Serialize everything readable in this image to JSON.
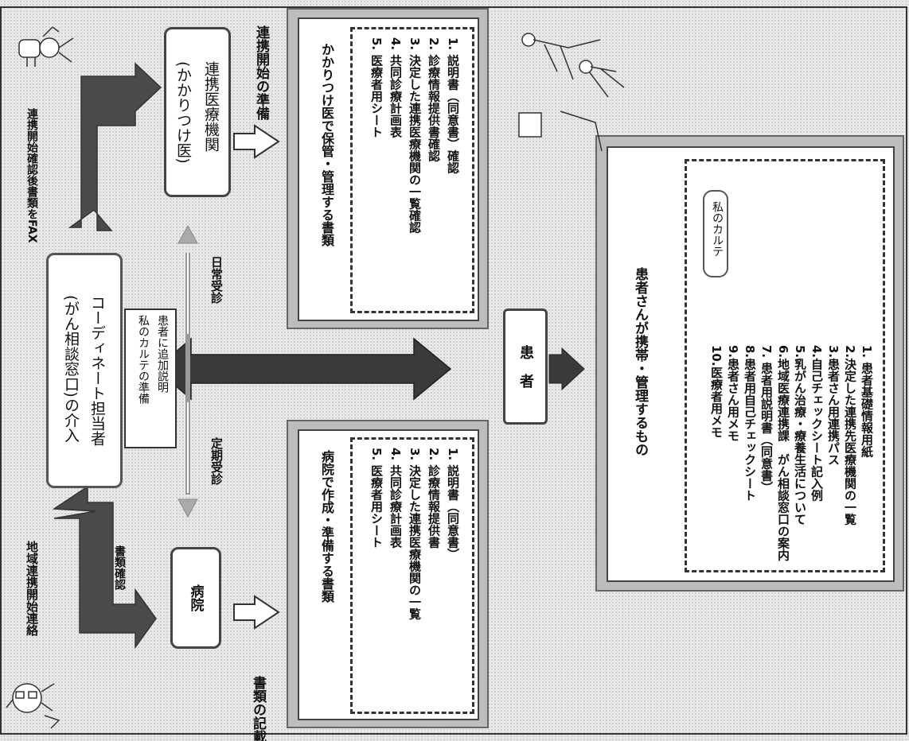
{
  "edge_labels": {
    "region_contact": "地域連携開始連絡",
    "doc_check": "書類確認",
    "fax": "連携開始確認後書類をFAX",
    "regular_visit": "定期受診",
    "daily_visit": "日常受診"
  },
  "nodes": {
    "hospital": "病院",
    "coordinator_line1": "コーディネート担当者",
    "coordinator_line2": "(がん相談窓口)の介入",
    "partner_line1": "連携医療機関",
    "partner_line2": "(かかりつけ医)",
    "patient": "患　者"
  },
  "notes": {
    "explain_line1": "患者に追加説明",
    "explain_line2": "私のカルテの準備"
  },
  "sections": {
    "doc_record": "書類の記載",
    "partner_prep": "連携開始の準備"
  },
  "hospital_docs": {
    "title": "病院で作成・準備する書類",
    "items": [
      "1. 説明書（同意書）",
      "2. 診療情報提供書",
      "3. 決定した連携医療機関の一覧",
      "4. 共同診療計画表",
      "5. 医療者用シート"
    ]
  },
  "partner_docs": {
    "title": "かかりつけ医で保管・管理する書類",
    "items": [
      "1. 説明書（同意書）確認",
      "2. 診療情報提供書確認",
      "3. 決定した連携医療機関の一覧確認",
      "4. 共同診療計画表",
      "5. 医療者用シート"
    ]
  },
  "patient_docs": {
    "title": "患者さんが携帯・管理するもの",
    "karte": "私のカルテ",
    "items": [
      "1. 患者基礎情報用紙",
      "2.決定した連携先医療機関の一覧",
      "3.患者さん用連携パス",
      "4.自己チェックシート記入例",
      "5.乳がん治療・療養生活について",
      "6.地域医療連携課　がん相談窓口の案内",
      "7. 患者用説明書（同意書）",
      "8.患者用自己チェックシート",
      "9.患者さん用メモ",
      "10.医療者用メモ"
    ]
  }
}
